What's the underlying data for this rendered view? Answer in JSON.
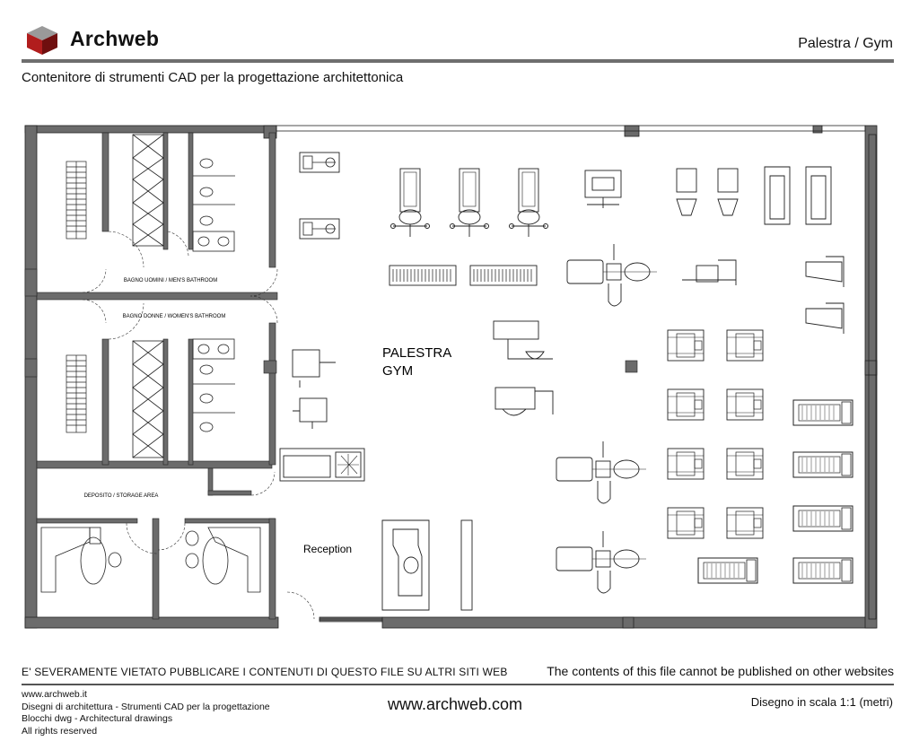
{
  "header": {
    "logo_text": "Archweb",
    "page_title": "Palestra  /  Gym",
    "subtitle": "Contenitore di strumenti CAD per la progettazione architettonica"
  },
  "plan": {
    "labels": {
      "men_bathroom": "BAGNO UOMINI / MEN'S BATHROOM",
      "women_bathroom": "BAGNO DONNE / WOMEN'S BATHROOM",
      "storage": "DEPOSITO / STORAGE AREA",
      "gym_it": "PALESTRA",
      "gym_en": "GYM",
      "reception": "Reception"
    }
  },
  "footer": {
    "warning_it": "E' SEVERAMENTE VIETATO PUBBLICARE I CONTENUTI DI QUESTO FILE SU ALTRI SITI WEB",
    "warning_en": "The contents of this file cannot be published on other websites",
    "left_lines": [
      "www.archweb.it",
      "Disegni di architettura - Strumenti CAD  per la progettazione",
      "Blocchi dwg - Architectural drawings",
      "All rights reserved"
    ],
    "url": "www.archweb.com",
    "scale": "Disegno in scala 1:1 (metri)"
  }
}
